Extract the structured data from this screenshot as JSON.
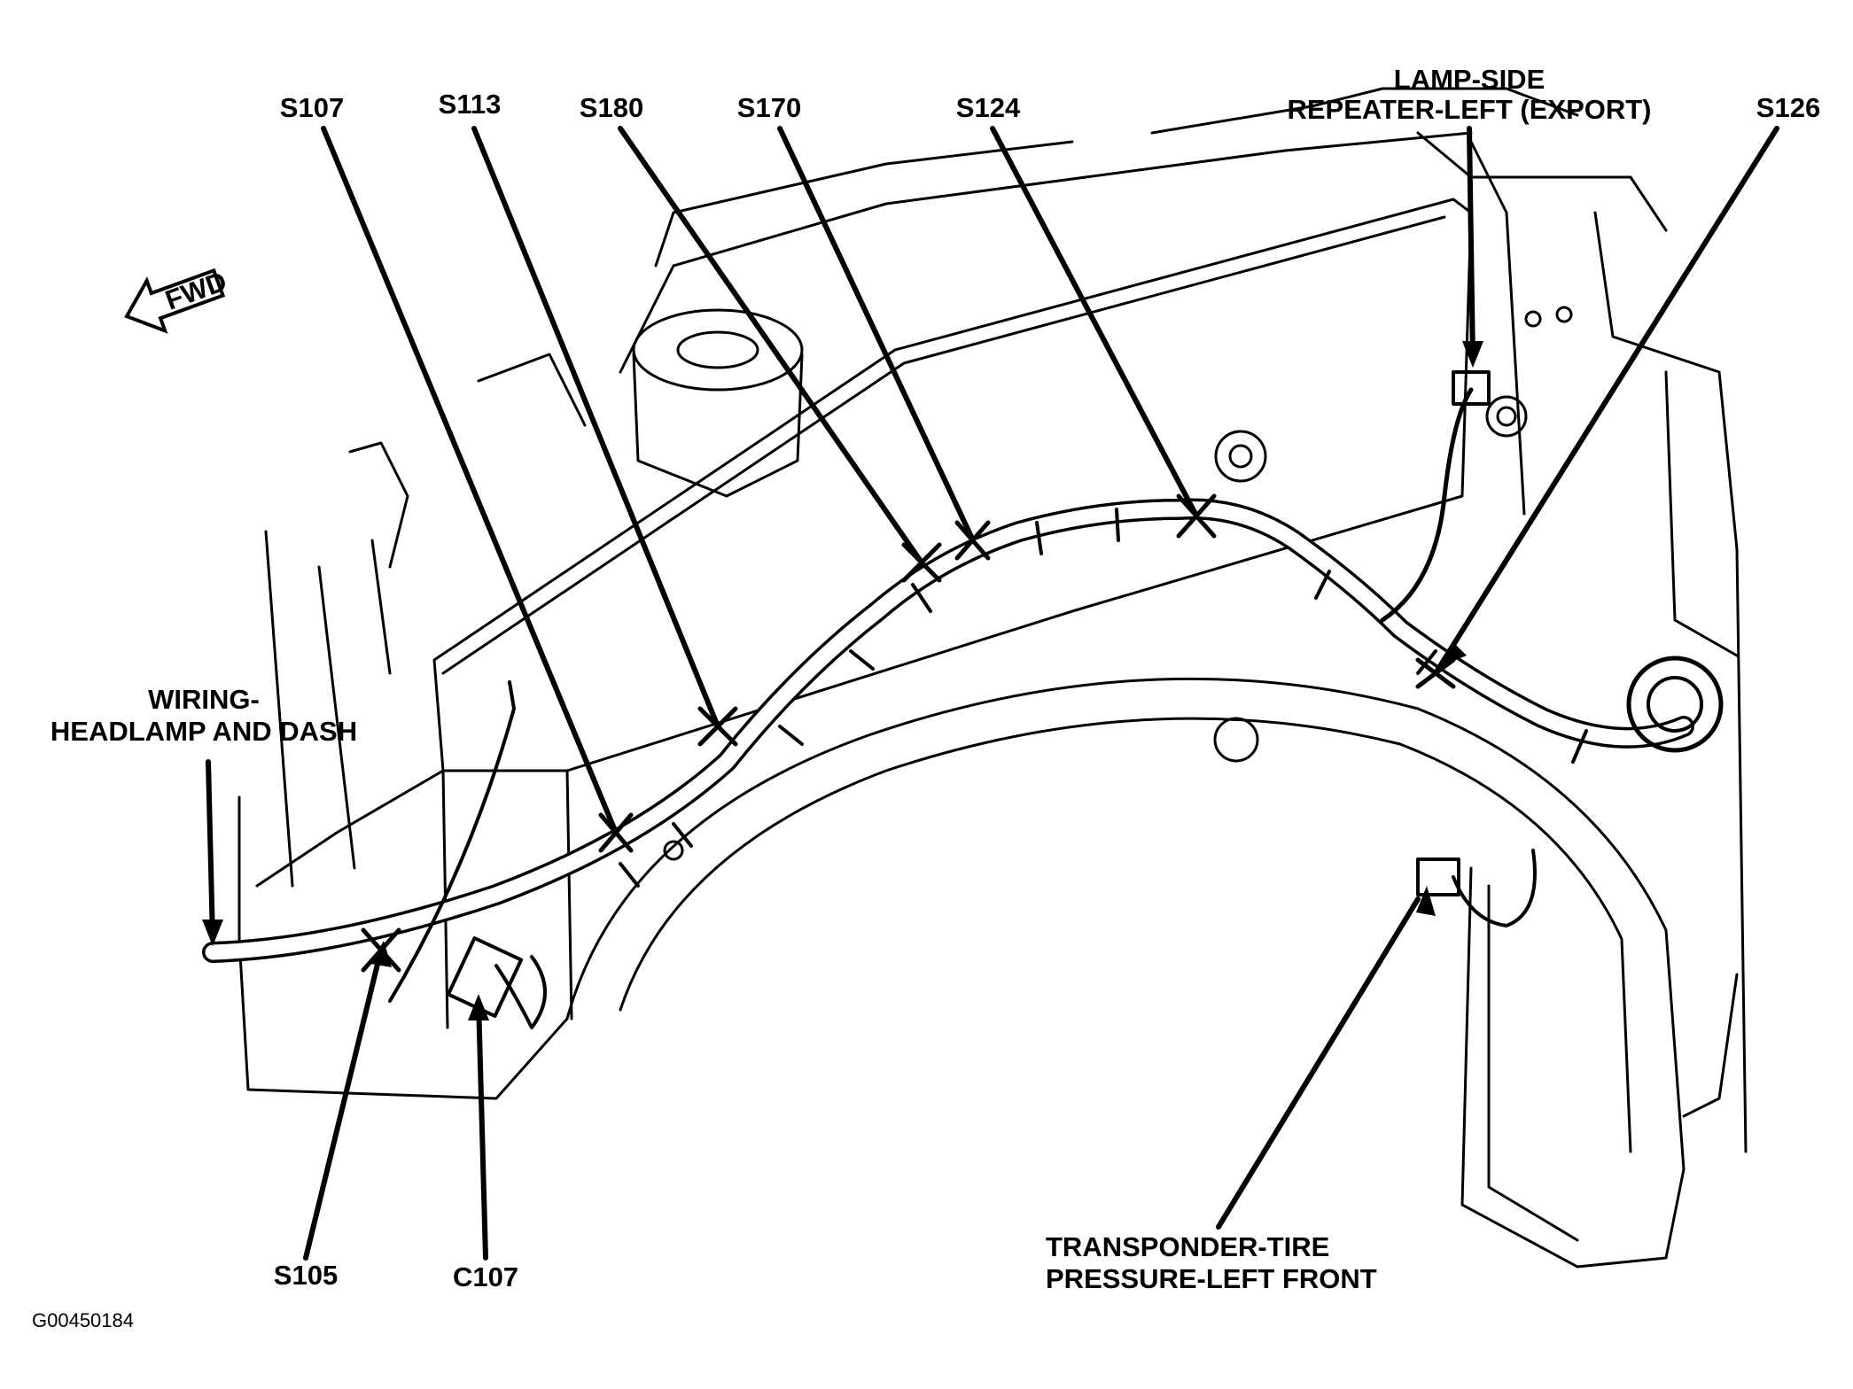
{
  "labels": {
    "s107": "S107",
    "s113": "S113",
    "s180": "S180",
    "s170": "S170",
    "s124": "S124",
    "s126": "S126",
    "lamp_side_line1": "LAMP-SIDE",
    "lamp_side_line2": "REPEATER-LEFT (EXPORT)",
    "wiring_line1": "WIRING-",
    "wiring_line2": "HEADLAMP AND DASH",
    "s105": "S105",
    "c107": "C107",
    "transponder_line1": "TRANSPONDER-TIRE",
    "transponder_line2": "PRESSURE-LEFT FRONT",
    "fwd": "FWD",
    "figure_id": "G00450184"
  },
  "colors": {
    "ink": "#000000",
    "paper": "#ffffff"
  },
  "icons": {
    "fwd_arrow": "forward-arrow-icon"
  }
}
